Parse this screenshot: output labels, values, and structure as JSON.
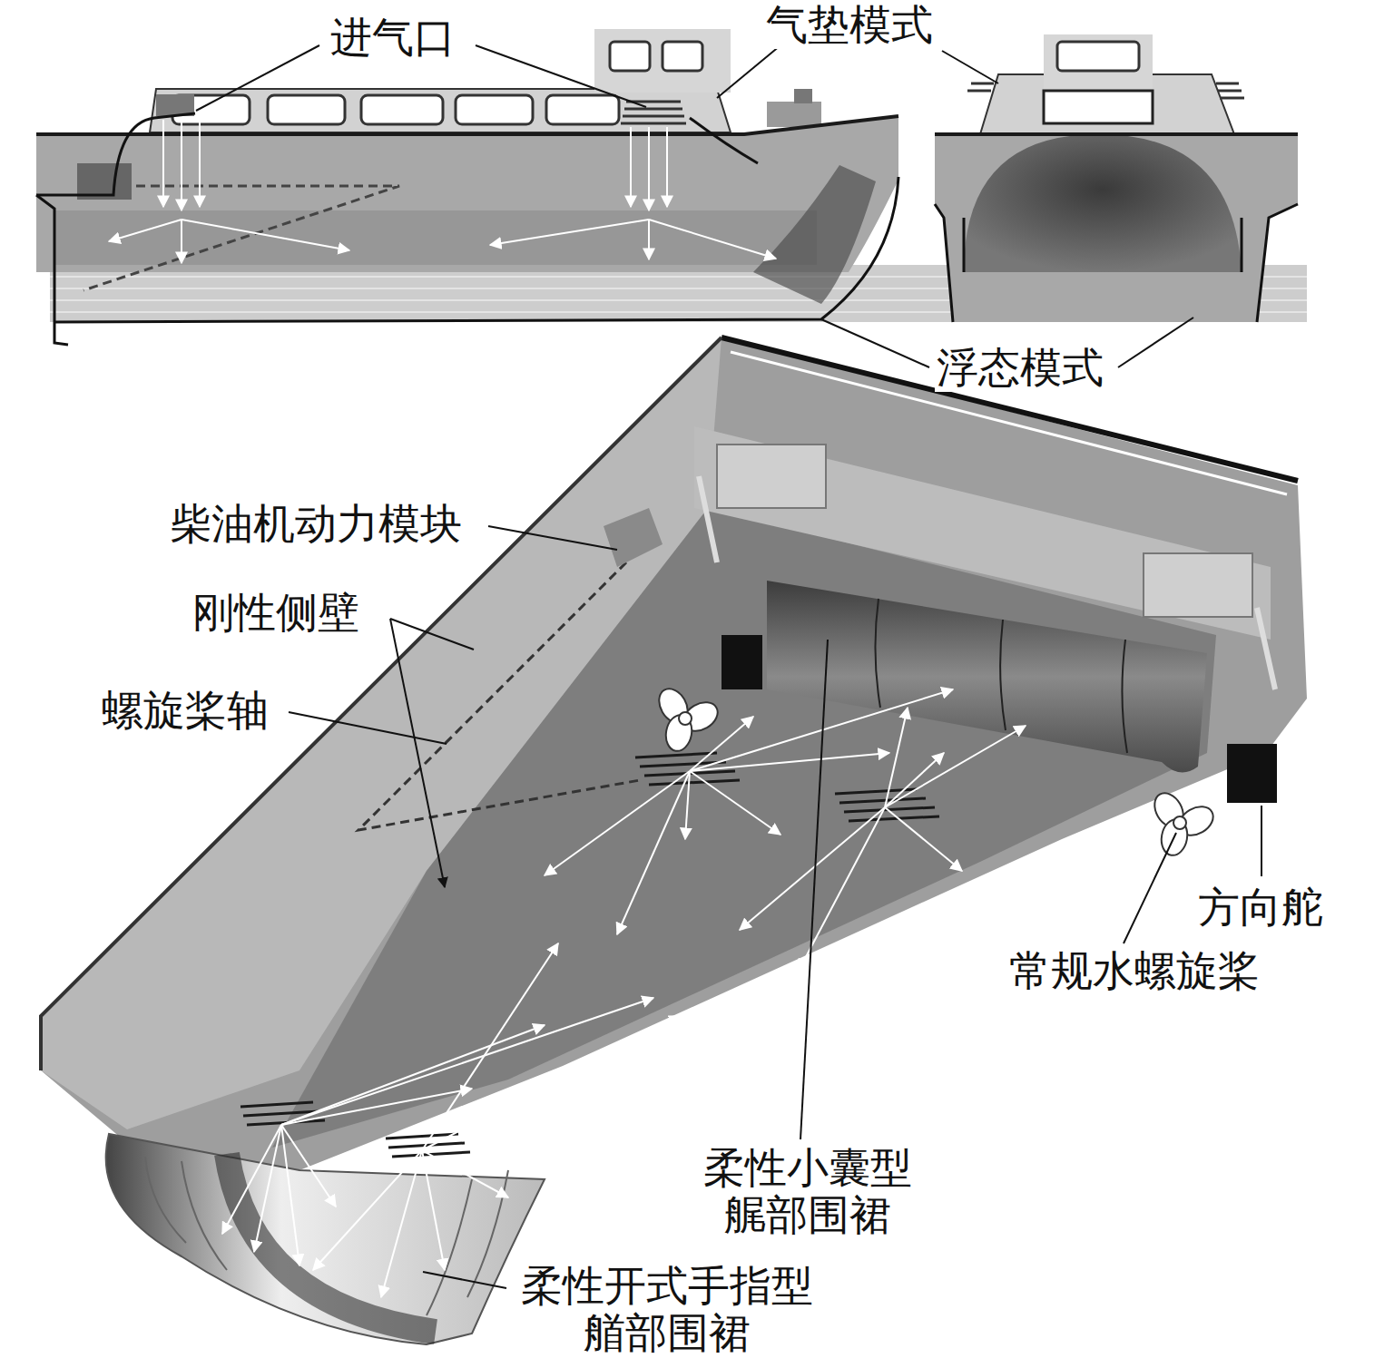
{
  "diagram": {
    "labels": [
      "进气口",
      "气垫模式",
      "浮态模式",
      "柴油机动力模块",
      "刚性侧壁",
      "螺旋桨轴",
      "方向舵",
      "常规水螺旋桨",
      "柔性小囊型 艉部围裙",
      "柔性开式手指型 艏部围裙"
    ]
  }
}
